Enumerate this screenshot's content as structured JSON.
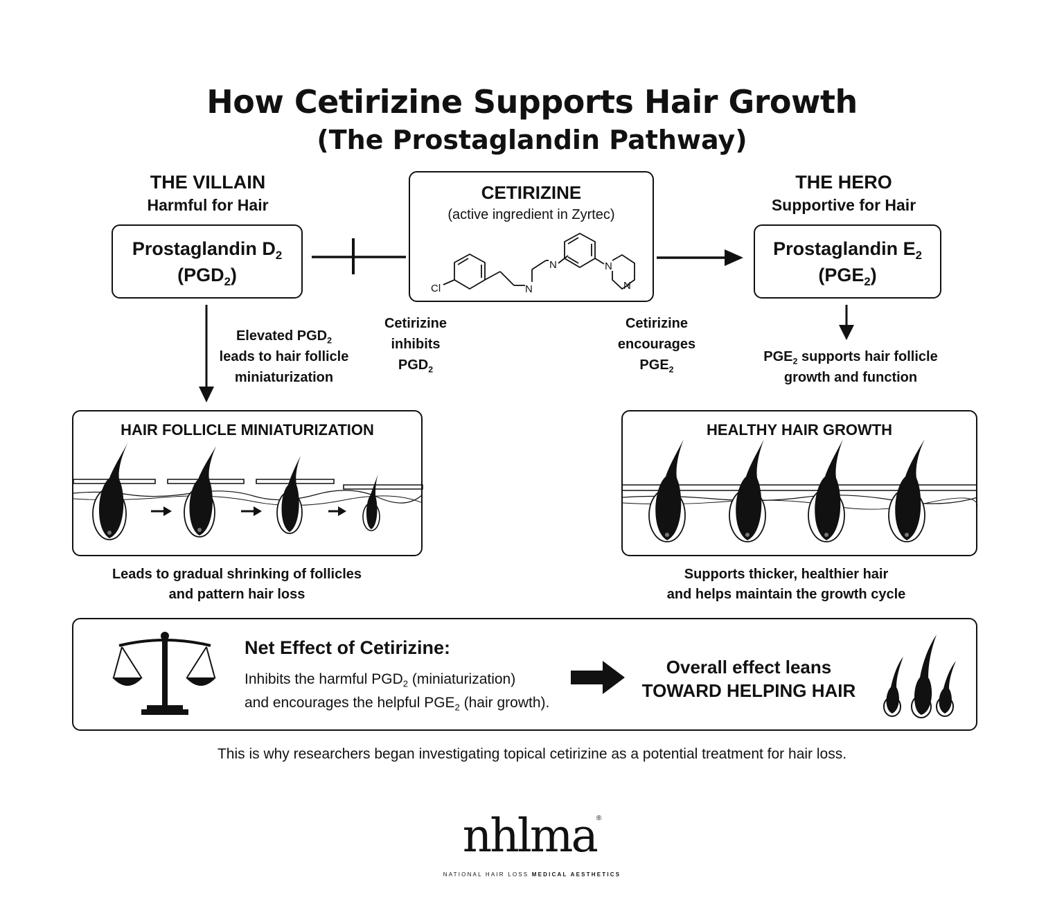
{
  "header": {
    "title": "How Cetirizine Supports Hair Growth",
    "subtitle": "(The Prostaglandin Pathway)"
  },
  "villain": {
    "heading": "THE VILLAIN",
    "subheading": "Harmful for Hair",
    "name_main": "Prostaglandin D",
    "name_sub": "2",
    "abbr_pre": "(PGD",
    "abbr_sub": "2",
    "abbr_post": ")",
    "effect_line1_pre": "Elevated PGD",
    "effect_line1_sub": "2",
    "effect_line2": "leads to hair follicle",
    "effect_line3": "miniaturization",
    "panel_title": "HAIR FOLLICLE MINIATURIZATION",
    "panel_caption_line1": "Leads to gradual shrinking of follicles",
    "panel_caption_line2": "and pattern hair loss"
  },
  "cetirizine": {
    "title": "CETIRIZINE",
    "subtitle": "(active ingredient in Zyrtec)",
    "atom_cl": "Cl",
    "atom_n": "N",
    "inhibits_line1": "Cetirizine",
    "inhibits_line2": "inhibits",
    "inhibits_line3_pre": "PGD",
    "inhibits_line3_sub": "2",
    "encourages_line1": "Cetirizine",
    "encourages_line2": "encourages",
    "encourages_line3_pre": "PGE",
    "encourages_line3_sub": "2"
  },
  "hero": {
    "heading": "THE HERO",
    "subheading": "Supportive for Hair",
    "name_main": "Prostaglandin E",
    "name_sub": "2",
    "abbr_pre": "(PGE",
    "abbr_sub": "2",
    "abbr_post": ")",
    "effect_line1_pre": "PGE",
    "effect_line1_sub": "2",
    "effect_line1_post": " supports hair follicle",
    "effect_line2": "growth and function",
    "panel_title": "HEALTHY HAIR GROWTH",
    "panel_caption_line1": "Supports thicker, healthier hair",
    "panel_caption_line2": "and helps maintain the growth cycle"
  },
  "net_effect": {
    "title": "Net Effect of Cetirizine:",
    "line1_pre": "Inhibits the harmful PGD",
    "line1_sub": "2",
    "line1_post": " (miniaturization)",
    "line2_pre": "and encourages the helpful PGE",
    "line2_sub": "2",
    "line2_post": " (hair growth).",
    "result_line1": "Overall effect leans",
    "result_line2": "TOWARD HELPING HAIR"
  },
  "footnote": "This is why researchers began investigating topical cetirizine as a potential treatment for hair loss.",
  "logo": {
    "wordmark": "nhlma",
    "registered": "®",
    "tagline_regular": "NATIONAL HAIR LOSS",
    "tagline_bold": "MEDICAL AESTHETICS"
  },
  "icons": {
    "scale": "balance-scale-icon",
    "hair": "hair-strands-icon"
  },
  "colors": {
    "ink": "#111111",
    "background": "#ffffff"
  }
}
